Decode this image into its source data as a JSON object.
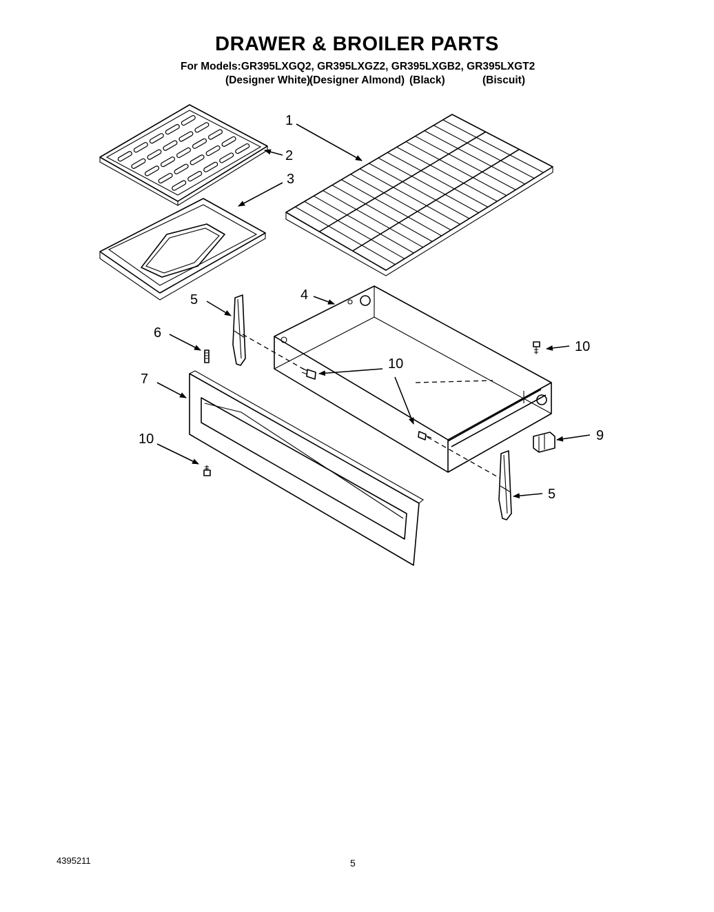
{
  "header": {
    "title": "DRAWER & BROILER PARTS",
    "models_line": "For Models:GR395LXGQ2, GR395LXGZ2, GR395LXGB2, GR395LXGT2",
    "finishes": [
      "(Designer White)",
      "(Designer Almond)",
      "(Black)",
      "(Biscuit)"
    ]
  },
  "callouts": {
    "c1": "1",
    "c2": "2",
    "c3": "3",
    "c4": "4",
    "c5a": "5",
    "c5b": "5",
    "c6": "6",
    "c7": "7",
    "c9": "9",
    "c10a": "10",
    "c10b": "10",
    "c10c": "10"
  },
  "footer": {
    "doc_number": "4395211",
    "page_number": "5"
  }
}
